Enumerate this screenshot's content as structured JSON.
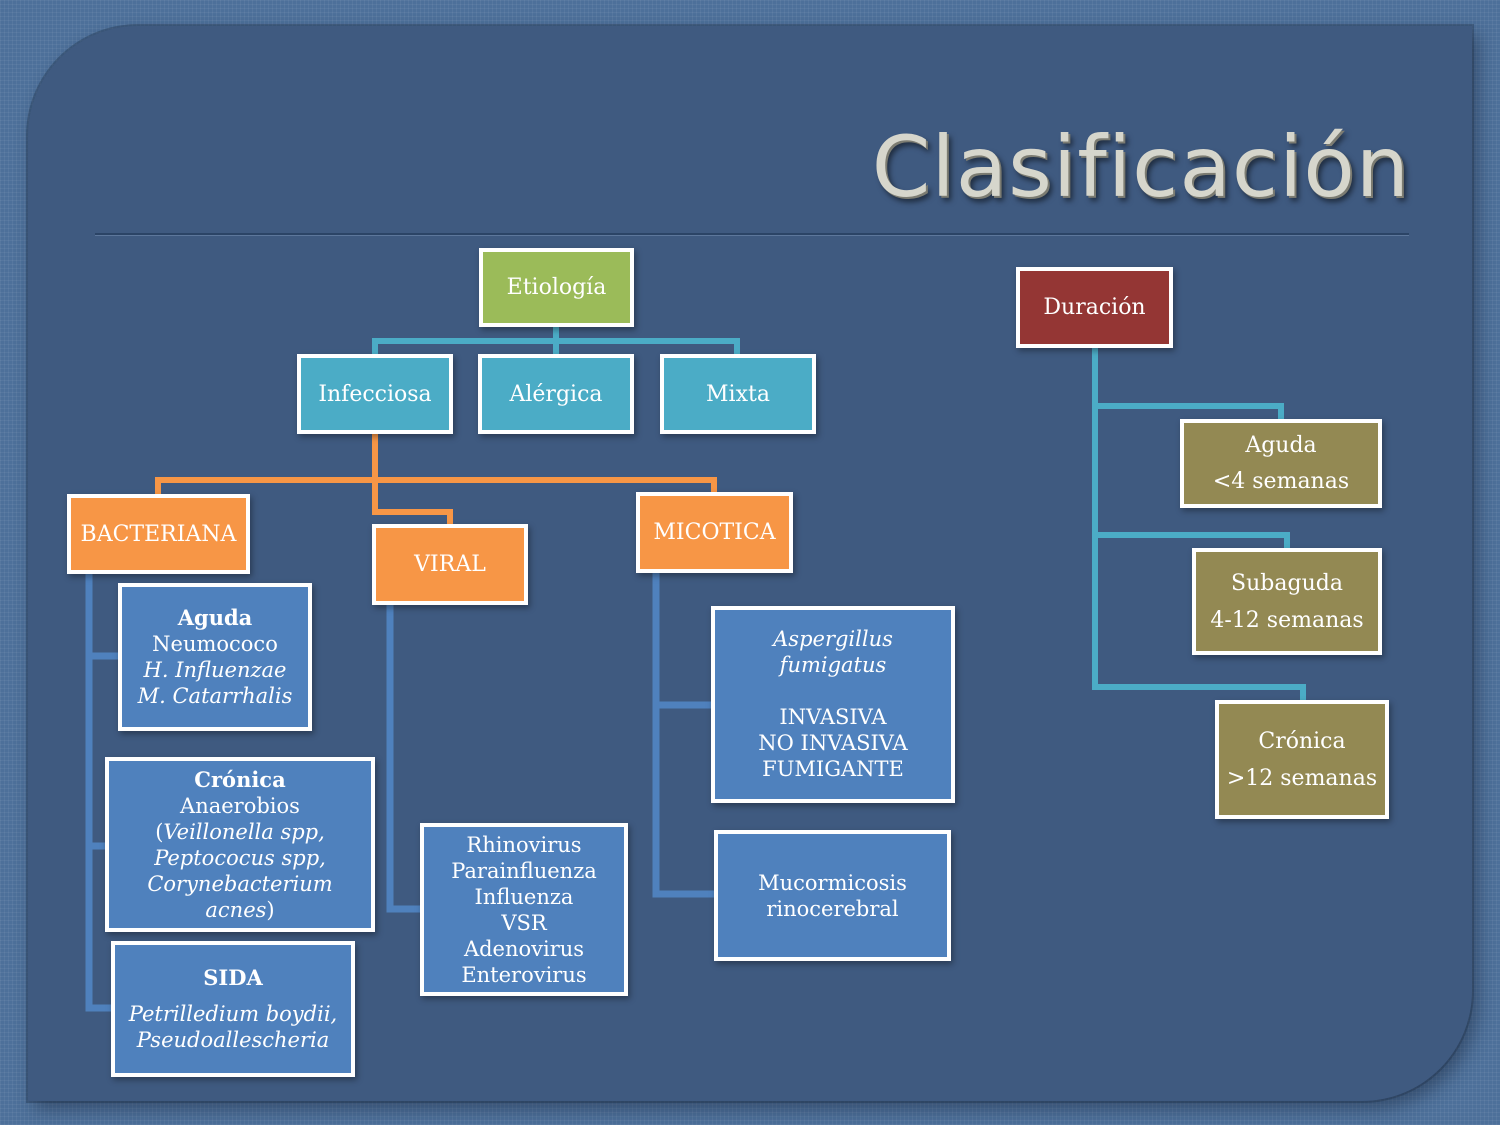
{
  "slide": {
    "title": "Clasificación",
    "colors": {
      "background": "#4a6f98",
      "panel": "#3f5a80",
      "etiology": "#9bbb59",
      "category": "#4bacc6",
      "subtype": "#f79646",
      "detail": "#4f81bd",
      "duration_root": "#943634",
      "duration_item": "#938953"
    }
  },
  "etiologia": {
    "root": "Etiología",
    "tipos": [
      "Infecciosa",
      "Alérgica",
      "Mixta"
    ],
    "infecciosa": {
      "bacteriana": {
        "label": "BACTERIANA",
        "aguda": {
          "title": "Aguda",
          "lines": [
            "Neumococo",
            "H. Influenzae",
            "M. Catarrhalis"
          ]
        },
        "cronica": {
          "title": "Crónica",
          "line1": "Anaerobios",
          "line2_open": "(",
          "line2_italic": "Veillonella spp,",
          "line3": "Peptococus spp,",
          "line4": "Corynebacterium",
          "line5_italic": "acnes",
          "line5_close": ")"
        },
        "sida": {
          "title": "SIDA",
          "lines": [
            "Petrilledium boydii,",
            "Pseudoallescheria"
          ]
        }
      },
      "viral": {
        "label": "VIRAL",
        "agentes": [
          "Rhinovirus",
          "Parainfluenza",
          "Influenza",
          "VSR",
          "Adenovirus",
          "Enterovirus"
        ]
      },
      "micotica": {
        "label": "MICOTICA",
        "aspergillus": {
          "species": [
            "Aspergillus",
            "fumigatus"
          ],
          "forms": [
            "INVASIVA",
            "NO INVASIVA",
            "FUMIGANTE"
          ]
        },
        "mucor": [
          "Mucormicosis",
          "rinocerebral"
        ]
      }
    }
  },
  "duracion": {
    "root": "Duración",
    "items": [
      {
        "name": "Aguda",
        "range": "<4 semanas"
      },
      {
        "name": "Subaguda",
        "range": "4-12 semanas"
      },
      {
        "name": "Crónica",
        "range": ">12 semanas"
      }
    ]
  }
}
